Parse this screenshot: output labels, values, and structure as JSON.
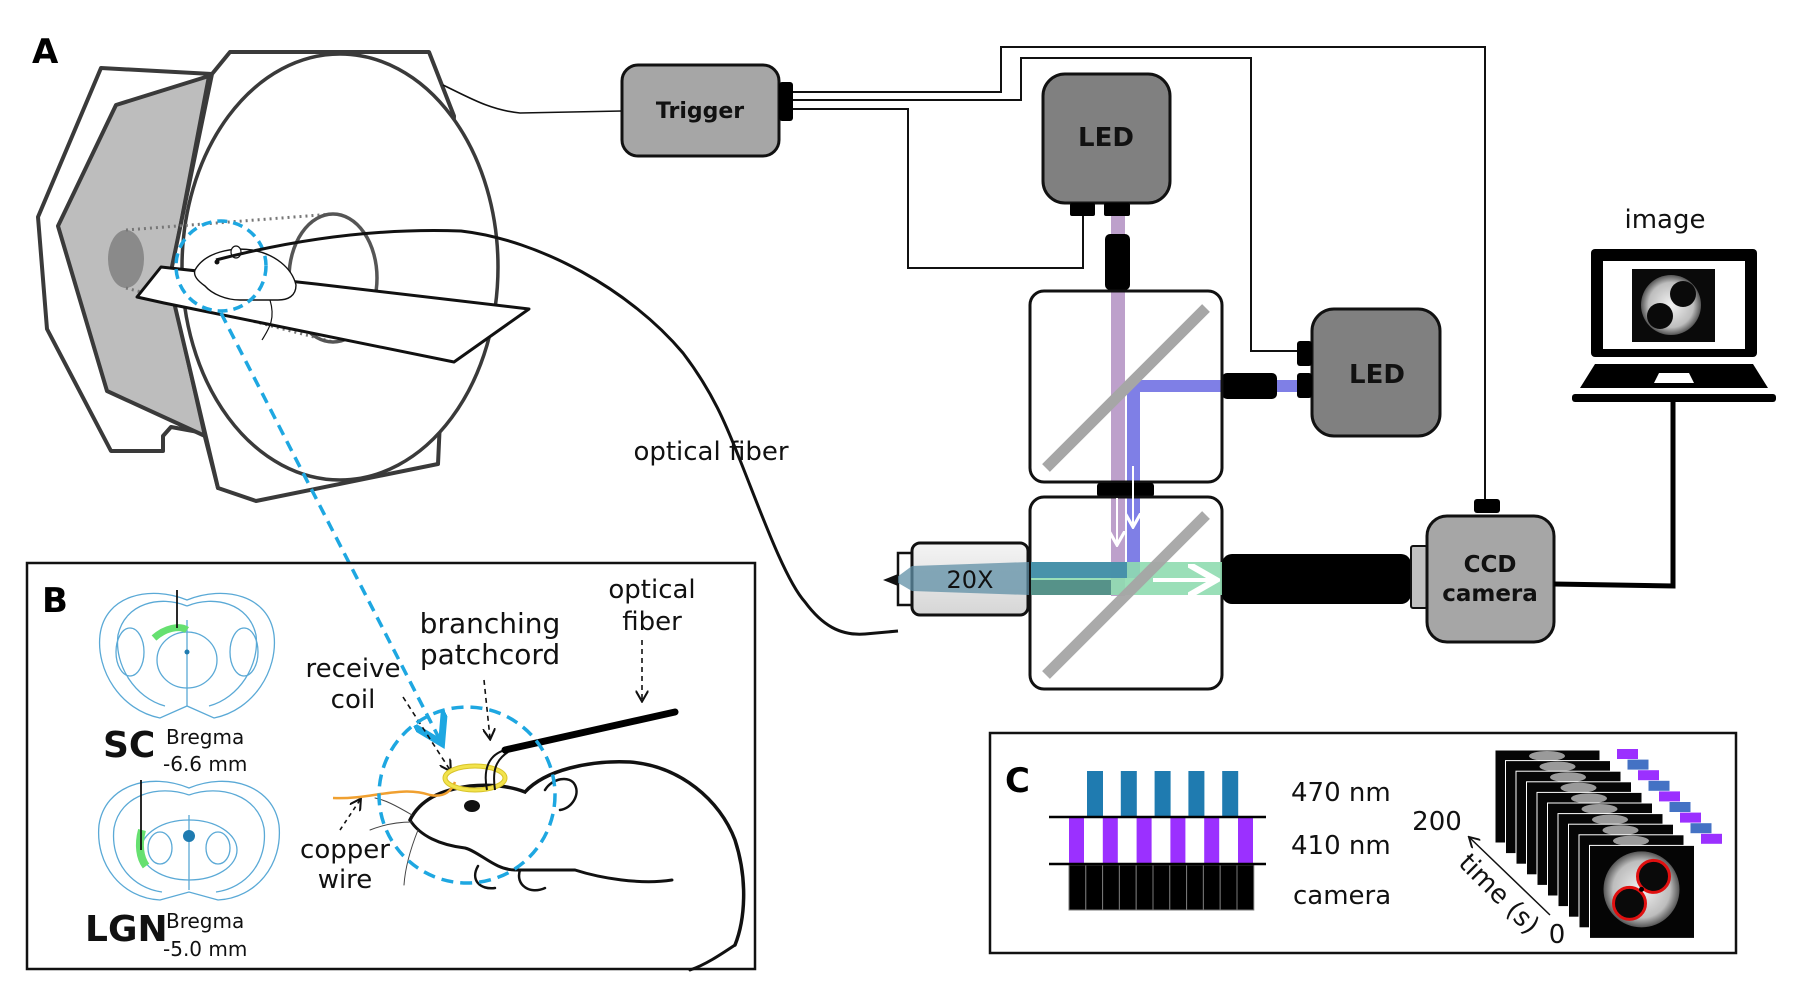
{
  "figure": {
    "panels": {
      "a": {
        "letter": "A"
      },
      "b": {
        "letter": "B"
      },
      "c": {
        "letter": "C"
      }
    },
    "panel_a": {
      "trigger_label": "Trigger",
      "led_top_label": "LED",
      "led_side_label": "LED",
      "ccd_label_line1": "CCD",
      "ccd_label_line2": "camera",
      "objective_label": "20X",
      "fiber_label": "optical fiber",
      "computer_label": "image",
      "colors": {
        "device_dark": "#808080",
        "device_light": "#a6a6a6",
        "beam_410": "#bda0cb",
        "beam_470": "#7f7fe6",
        "beam_emission": "#8fdcb0",
        "mirror": "#a6a6a6",
        "zoom_link": "#1ea7e1"
      }
    },
    "panel_b": {
      "sections": [
        {
          "region": "SC",
          "bregma_label": "Bregma",
          "bregma_value": "-6.6 mm"
        },
        {
          "region": "LGN",
          "bregma_label": "Bregma",
          "bregma_value": "-5.0 mm"
        }
      ],
      "annotations": {
        "receive_coil": [
          "receive",
          "coil"
        ],
        "branching_patchcord": [
          "branching",
          "patchcord"
        ],
        "optical_fiber": [
          "optical",
          "fiber"
        ],
        "copper_wire": [
          "copper",
          "wire"
        ]
      },
      "colors": {
        "coil": "#f2e34c",
        "copper": "#f0a030",
        "target": "#66e070",
        "atlas": "#5aa9d6"
      }
    },
    "panel_c": {
      "channels": [
        {
          "label": "470 nm",
          "pulses": 5,
          "color": "#1f7bb0"
        },
        {
          "label": "410 nm",
          "pulses": 6,
          "color": "#9b30ff"
        },
        {
          "label": "camera",
          "pulses": 11,
          "color": "#000000"
        }
      ],
      "time_axis": {
        "label": "time (s)",
        "start": "0",
        "end": "200"
      },
      "frame_count": 10,
      "frame_tags": [
        "410",
        "470",
        "410",
        "470",
        "410",
        "470",
        "410",
        "470",
        "410"
      ],
      "tag_colors": {
        "410": "#9b30ff",
        "470": "#4472c4"
      },
      "roi_color": "#e01010"
    }
  }
}
